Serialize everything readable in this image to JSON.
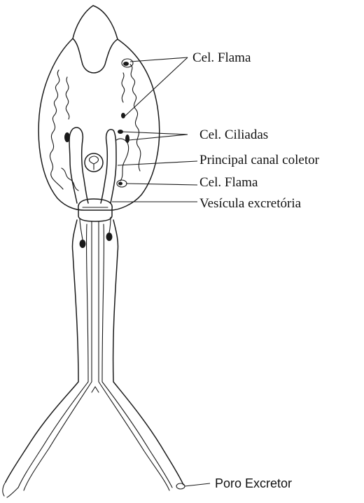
{
  "labels": {
    "flame_cell_top": "Cel. Flama",
    "ciliated_cells": "Cel. Ciliadas",
    "main_collecting_canal": "Principal canal coletor",
    "flame_cell_bottom": "Cel. Flama",
    "excretory_vesicle": "Vesícula excretória",
    "excretory_pore": "Poro Excretor"
  }
}
